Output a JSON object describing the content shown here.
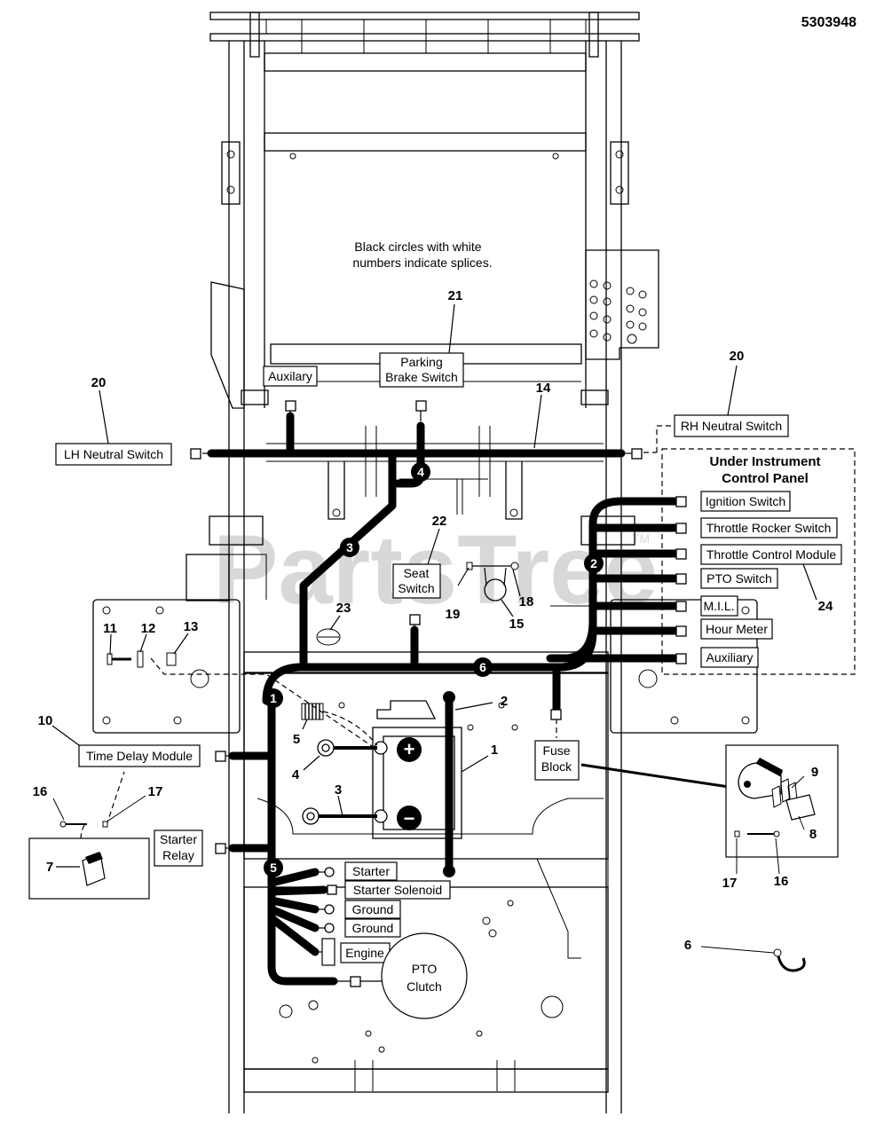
{
  "doc_id": "5303948",
  "note": "Black circles with white numbers indicate splices.",
  "watermark": "PartsTree",
  "watermark_tm": "TM",
  "panel_title": [
    "Under Instrument",
    "Control Panel"
  ],
  "terminal_signs": {
    "positive": "+",
    "negative": "−"
  },
  "components": {
    "lh_neutral": "LH Neutral Switch",
    "rh_neutral": "RH Neutral Switch",
    "aux_top": "Auxilary",
    "parking_brake": [
      "Parking",
      "Brake Switch"
    ],
    "seat_switch": [
      "Seat",
      "Switch"
    ],
    "ignition": "Ignition Switch",
    "throttle_rocker": "Throttle Rocker Switch",
    "throttle_control": "Throttle Control Module",
    "pto_switch": "PTO Switch",
    "mil": "M.I.L.",
    "hour_meter": "Hour Meter",
    "aux_right": "Auxiliary",
    "time_delay": "Time Delay Module",
    "starter_relay": [
      "Starter",
      "Relay"
    ],
    "fuse_block": [
      "Fuse",
      "Block"
    ],
    "starter": "Starter",
    "starter_solenoid": "Starter Solenoid",
    "ground1": "Ground",
    "ground2": "Ground",
    "engine": "Engine",
    "pto_clutch": [
      "PTO",
      "Clutch"
    ]
  },
  "splices": [
    "1",
    "2",
    "3",
    "4",
    "5",
    "6"
  ],
  "callouts": {
    "c1": "1",
    "c2": "2",
    "c3": "3",
    "c4": "4",
    "c5": "5",
    "c6": "6",
    "c7": "7",
    "c8": "8",
    "c9": "9",
    "c10": "10",
    "c11": "11",
    "c12": "12",
    "c13": "13",
    "c14": "14",
    "c15": "15",
    "c16a": "16",
    "c16b": "16",
    "c17a": "17",
    "c17b": "17",
    "c18": "18",
    "c19": "19",
    "c20a": "20",
    "c20b": "20",
    "c21": "21",
    "c22": "22",
    "c23": "23",
    "c24": "24"
  }
}
